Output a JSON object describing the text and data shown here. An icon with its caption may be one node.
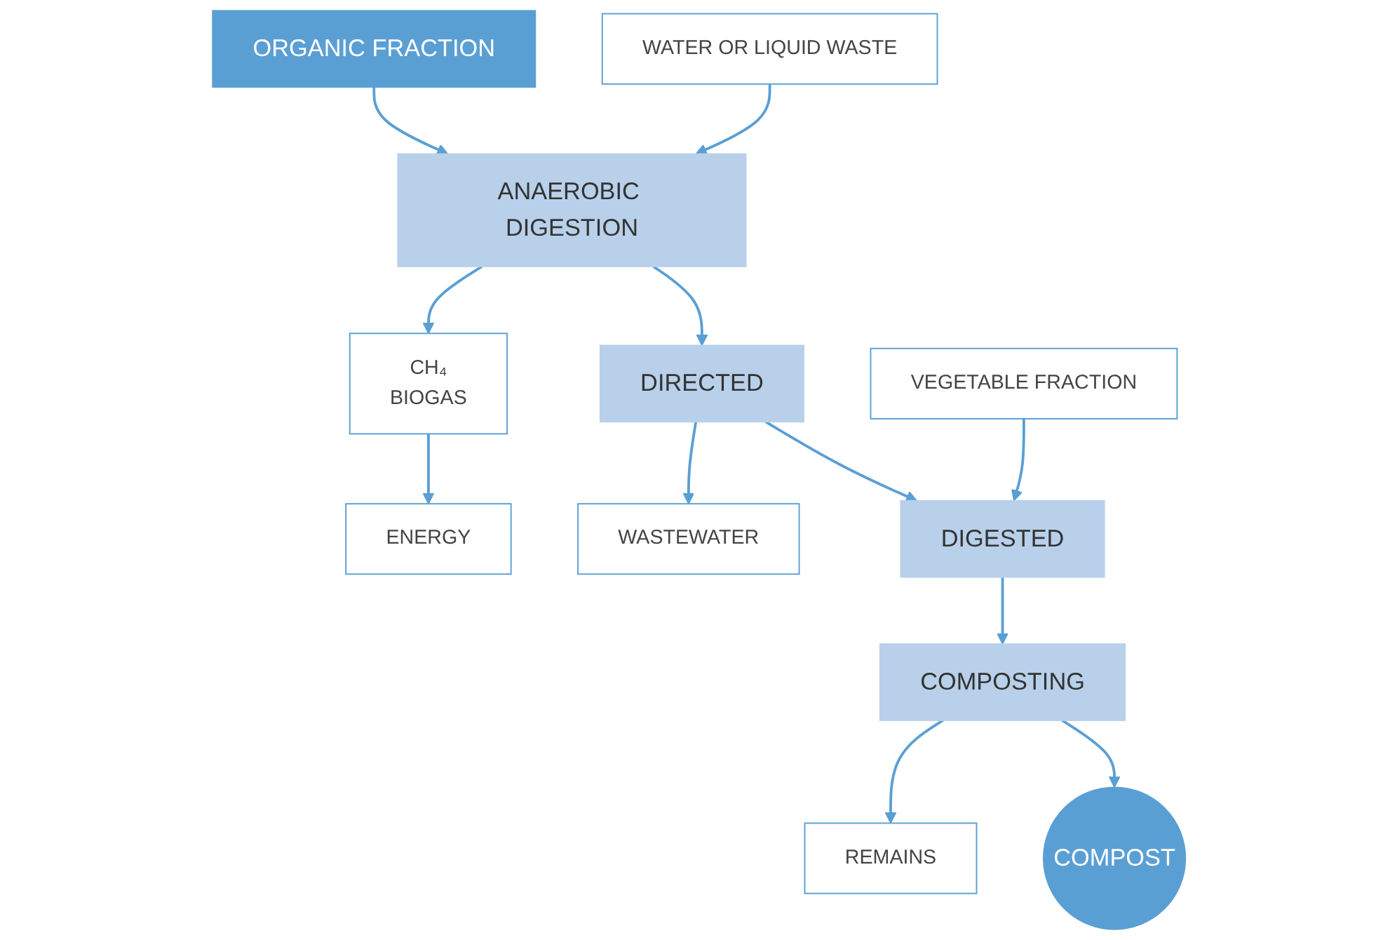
{
  "diagram": {
    "nodes": [
      {
        "text": [
          "ORGANIC FRACTION"
        ]
      },
      {
        "text": [
          "WATER OR LIQUID WASTE"
        ]
      },
      {
        "text": [
          "ANAEROBIC DIGESTION"
        ]
      },
      {
        "text": [
          "ENERGY"
        ]
      },
      {
        "text": [
          "CH₄",
          "BIOGAS"
        ]
      },
      {
        "text": [
          "DIRECTED"
        ]
      },
      {
        "text": [
          "WASTEWATER"
        ]
      },
      {
        "text": [
          "VEGETABLE FRACTION"
        ]
      },
      {
        "text": [
          "DIGESTED"
        ]
      },
      {
        "text": [
          "COMPOSTING"
        ]
      },
      {
        "text": [
          "REMAINS"
        ]
      },
      {
        "text": [
          "COMPOST"
        ]
      }
    ],
    "edges": [
      {
        "from": 0,
        "to": 2,
        "arrow": "to"
      },
      {
        "from": 1,
        "to": 2,
        "arrow": "to"
      },
      {
        "from": 2,
        "to": 4,
        "arrow": "to"
      },
      {
        "from": 4,
        "to": 3,
        "arrow": "to"
      },
      {
        "from": 2,
        "to": 5,
        "arrow": "to"
      },
      {
        "from": 5,
        "to": 6,
        "arrow": "to"
      },
      {
        "from": 7,
        "to": 8,
        "arrow": "to"
      },
      {
        "from": 5,
        "to": 8,
        "arrow": "to"
      },
      {
        "from": 8,
        "to": 9,
        "arrow": "to"
      },
      {
        "from": 9,
        "to": 10,
        "arrow": "to"
      },
      {
        "from": 9,
        "to": 11,
        "arrow": "to"
      }
    ]
  }
}
